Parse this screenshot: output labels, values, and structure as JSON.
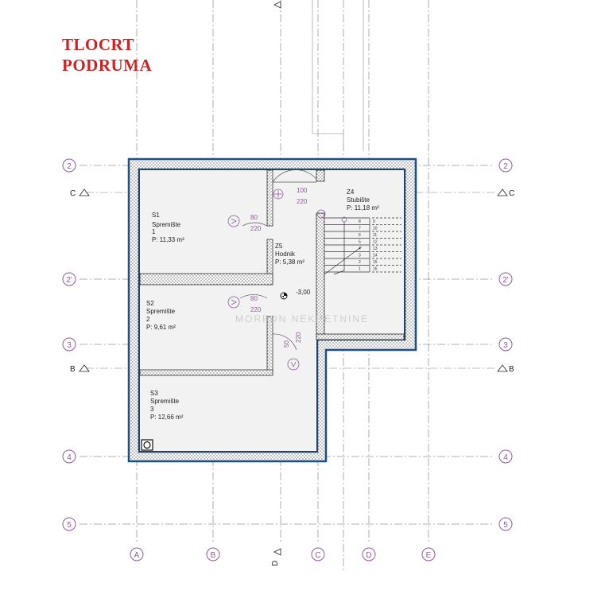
{
  "title": {
    "line1": "TLOCRT",
    "line2": "PODRUMA"
  },
  "grid": {
    "rows": [
      "2",
      "2'",
      "3",
      "4",
      "5"
    ],
    "cols": [
      "A",
      "B",
      "C",
      "D",
      "E"
    ],
    "sections": {
      "c": "C",
      "b": "B",
      "d": "D"
    }
  },
  "rooms": [
    {
      "id": "S1",
      "name": "Spremište",
      "num": "1",
      "area": "P: 11,33 m²"
    },
    {
      "id": "S2",
      "name": "Spremište",
      "num": "2",
      "area": "P: 9,61 m²"
    },
    {
      "id": "S3",
      "name": "Spremište",
      "num": "3",
      "area": "P: 12,66 m²"
    },
    {
      "id": "Z4",
      "name": "Stubište",
      "area": "P: 11,18 m²"
    },
    {
      "id": "Z5",
      "name": "Hodnik",
      "area": "P: 5,38 m²"
    }
  ],
  "doors": [
    {
      "w": "100",
      "h": "220"
    },
    {
      "w": "80",
      "h": "220"
    },
    {
      "w": "80",
      "h": "220"
    },
    {
      "w": "50",
      "h": "220"
    }
  ],
  "level": "-3,00",
  "stairs": [
    "1",
    "2",
    "3",
    "4",
    "5",
    "6",
    "7",
    "8",
    "9",
    "10",
    "11",
    "12",
    "13",
    "14",
    "15",
    "16"
  ],
  "watermark": "MORFON NEKRETNINE",
  "colors": {
    "wall": "#1a4f8a",
    "hatch": "#777777",
    "grid": "#888888",
    "grid_circle": "#8e5b9a",
    "title": "#cc2222"
  }
}
